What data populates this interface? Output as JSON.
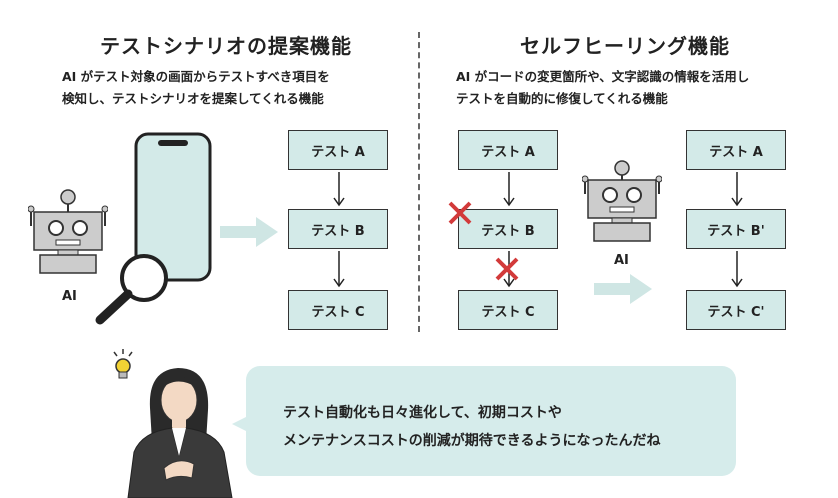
{
  "left": {
    "title": "テストシナリオの提案機能",
    "desc_lines": [
      "AI がテスト対象の画面からテストすべき項目を",
      "検知し、テストシナリオを提案してくれる機能"
    ],
    "ai_label": "AI",
    "boxes": [
      "テスト A",
      "テスト B",
      "テスト C"
    ]
  },
  "right": {
    "title": "セルフヒーリング機能",
    "desc_lines": [
      "AI がコードの変更箇所や、文字認識の情報を活用し",
      "テストを自動的に修復してくれる機能"
    ],
    "ai_label": "AI",
    "broken_boxes": [
      "テスト A",
      "テスト B",
      "テスト C"
    ],
    "healed_boxes": [
      "テスト A",
      "テスト B'",
      "テスト C'"
    ]
  },
  "bubble": {
    "lines": [
      "テスト自動化も日々進化して、初期コストや",
      "メンテナンスコストの削減が期待できるようになったんだね"
    ]
  },
  "colors": {
    "box_fill": "#d3eae8",
    "arrow": "#cfe6e4",
    "cross": "#d23a3a",
    "bubble": "#d6eceb"
  }
}
